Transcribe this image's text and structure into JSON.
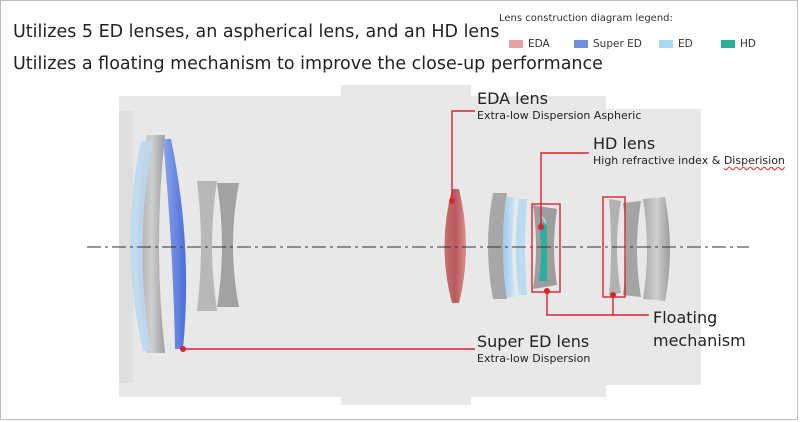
{
  "headlines": {
    "line1": "Utilizes 5 ED lenses, an aspherical lens, and an HD lens",
    "line2": "Utilizes a floating mechanism to improve the close-up performance"
  },
  "legend": {
    "title": "Lens construction diagram legend:",
    "items": [
      {
        "label": "EDA",
        "color": "#e8a0a4"
      },
      {
        "label": "Super ED",
        "color": "#6f8fe0"
      },
      {
        "label": "ED",
        "color": "#a8d8f2"
      },
      {
        "label": "HD",
        "color": "#2cae9c"
      }
    ]
  },
  "callouts": {
    "eda": {
      "title": "EDA lens",
      "subtitle": "Extra-low Dispersion Aspheric"
    },
    "hd": {
      "title": "HD lens",
      "subtitle_main": "High refractive index & ",
      "subtitle_flag": "Disperision"
    },
    "super_ed": {
      "title": "Super ED lens",
      "subtitle": "Extra-low Dispersion"
    },
    "floating": {
      "line1": "Floating",
      "line2": "mechanism"
    }
  },
  "colors": {
    "callout_line": "#d9232e",
    "barrel": "#e8e8e8",
    "axis": "#333333"
  }
}
